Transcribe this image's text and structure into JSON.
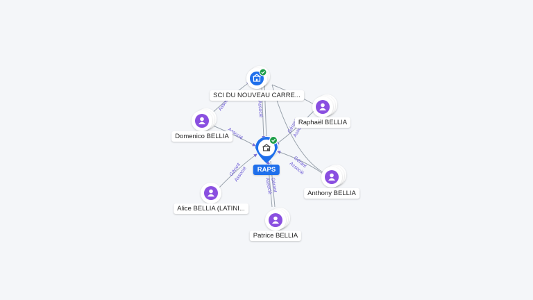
{
  "colors": {
    "person": "#8a4fe0",
    "company": "#1f6feb",
    "verified": "#1e9e4a",
    "edge": "#9aa3ad",
    "relation_text": "#6b58d6"
  },
  "nodes": {
    "raps": {
      "label": "RAPS",
      "icon": "building-icon",
      "type": "company"
    },
    "sci": {
      "label": "SCI DU NOUVEAU CARRE...",
      "icon": "building-icon",
      "type": "company"
    },
    "domenico": {
      "label": "Domenico BELLIA",
      "icon": "person-icon",
      "type": "person"
    },
    "raphael": {
      "label": "Raphaël BELLIA",
      "icon": "person-icon",
      "type": "person"
    },
    "alice": {
      "label": "Alice BELLIA (LATINI...",
      "icon": "person-icon",
      "type": "person"
    },
    "anthony": {
      "label": "Anthony BELLIA",
      "icon": "person-icon",
      "type": "person"
    },
    "patrice": {
      "label": "Patrice BELLIA",
      "icon": "person-icon",
      "type": "person"
    }
  },
  "edges": {
    "sci_raps": {
      "relation1": "Associé",
      "relation2": ""
    },
    "domenico_sci": {
      "relation1": "Associé",
      "relation2": ""
    },
    "domenico_raps": {
      "relation1": "Associé",
      "relation2": ""
    },
    "raphael_raps": {
      "relation1": "Gérant",
      "relation2": "Associé"
    },
    "alice_raps": {
      "relation1": "Gérant",
      "relation2": "Associé"
    },
    "anthony_raps": {
      "relation1": "Gérant",
      "relation2": "Associé"
    },
    "patrice_raps": {
      "relation1": "Gérant",
      "relation2": "Associé"
    }
  }
}
